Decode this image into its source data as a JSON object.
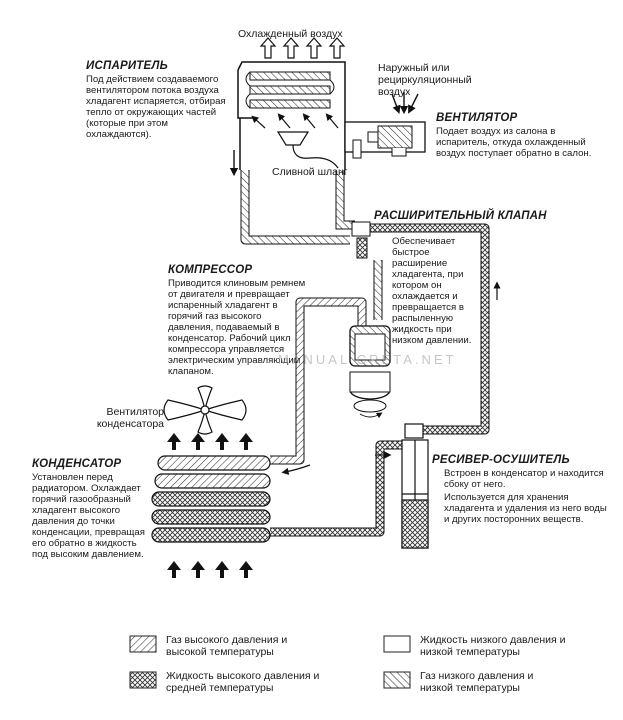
{
  "labels": {
    "cooled_air": "Охлажденный воздух",
    "outside_air": "Наружный или рециркуляционный воздух",
    "drain_hose": "Сливной шланг",
    "condenser_fan": "Вентилятор конденсатора"
  },
  "sections": {
    "evaporator": {
      "title": "ИСПАРИТЕЛЬ",
      "text": "Под действием создаваемого вентилятором потока воздуха хладагент испаряется, отбирая тепло от окружающих частей (которые при этом охлаждаются)."
    },
    "fan": {
      "title": "ВЕНТИЛЯТОР",
      "text": "Подает воздух из салона в испаритель, откуда охлажденный воздух поступает обратно в салон."
    },
    "expansion_valve": {
      "title": "РАСШИРИТЕЛЬНЫЙ КЛАПАН",
      "text": "Обеспечивает быстрое расширение хладагента, при котором он охлаждается и превращается в распыленную жидкость при низком давлении."
    },
    "compressor": {
      "title": "КОМПРЕССОР",
      "text": "Приводится клиновым ремнем от двигателя и превращает испаренный хладагент в горячий газ высокого давления, подаваемый в конденсатор. Рабочий цикл компрессора управляется электрическим управляющим клапаном."
    },
    "condenser": {
      "title": "КОНДЕНСАТОР",
      "text": "Установлен перед радиатором. Охлаждает горячий газообразный хладагент высокого давления до точки конденсации, превращая его обратно в жидкость под высоким давлением."
    },
    "receiver_drier": {
      "title": "РЕСИВЕР-ОСУШИТЕЛЬ",
      "text1": "Встроен в конденсатор и находится сбоку от него.",
      "text2": "Используется для хранения хладагента и удаления из него воды и других посторонних веществ."
    }
  },
  "legend": [
    {
      "pattern": "hatch-fwd",
      "text": "Газ высокого давления и высокой температуры"
    },
    {
      "pattern": "plain",
      "text": "Жидкость низкого давления и низкой температуры"
    },
    {
      "pattern": "cross",
      "text": "Жидкость высокого давления и средней температуры"
    },
    {
      "pattern": "hatch-back",
      "text": "Газ низкого давления и низкой температуры"
    }
  ],
  "watermark": "MANUAL.CRETA.NET"
}
